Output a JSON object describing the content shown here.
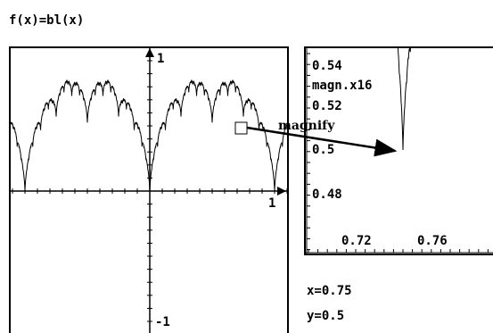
{
  "title": "f(x)=bl(x)",
  "main_plot": {
    "x_tick_label": "1",
    "y_top_label": "1",
    "y_bottom_label": "-1"
  },
  "zoom_plot": {
    "y_labels": [
      "0.54",
      "0.52",
      "0.5",
      "0.48"
    ],
    "magn_label": "magn.x16",
    "x_labels": [
      "0.72",
      "0.76"
    ]
  },
  "arrow_label": "magnify",
  "readout": {
    "x": "x=0.75",
    "y": "y=0.5"
  },
  "colors": {
    "ink": "#000000",
    "background": "#ffffff"
  }
}
